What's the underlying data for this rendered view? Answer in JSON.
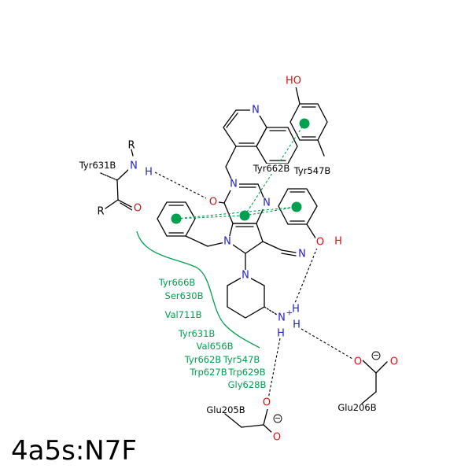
{
  "title": "4a5s:N7F",
  "colors": {
    "carbon": "#000000",
    "nitrogen": "#2222cc",
    "oxygen": "#dd1111",
    "interaction": "#00a050",
    "background": "#ffffff"
  },
  "atom_labels": {
    "n_quinoline": "N",
    "o_hydroxy": "HO",
    "n_amide": "N",
    "h_amide": "H",
    "r_top": "R",
    "r_left": "R",
    "o_carbonyl": "O",
    "o_ketone": "O",
    "n_pyr1": "N",
    "n_pyr2": "N",
    "n_pyrrole": "N",
    "n_nitrile": "N",
    "n_piperidine": "N",
    "o_phenol": "O",
    "h_phenol": "H",
    "n_ammonium": "N",
    "plus": "+",
    "h_amm1": "H",
    "h_amm2": "H",
    "h_amm3": "H",
    "o_glu206_1": "O",
    "o_glu206_2": "O",
    "o_glu205_1": "O",
    "o_glu205_2": "O",
    "minus": "−"
  },
  "residues_hbond": {
    "tyr631": "Tyr631B",
    "tyr662": "Tyr662B",
    "tyr547": "Tyr547B",
    "glu206": "Glu206B",
    "glu205": "Glu205B"
  },
  "hydrophobic_residues": [
    "Tyr666B",
    "Ser630B",
    "Val711B",
    "Tyr631B",
    "Val656B",
    "Tyr662B",
    "Tyr547B",
    "Trp627B",
    "Trp629B",
    "Gly628B"
  ]
}
